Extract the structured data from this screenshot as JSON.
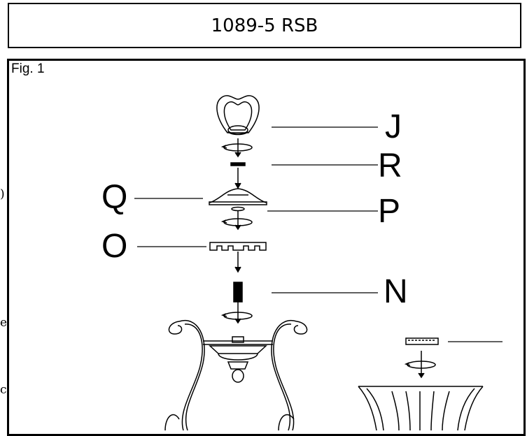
{
  "header": {
    "model": "1089-5 RSB"
  },
  "figure": {
    "label": "Fig. 1"
  },
  "parts": {
    "J": "J",
    "R": "R",
    "Q": "Q",
    "P": "P",
    "O": "O",
    "N": "N"
  },
  "left_edge": {
    "t1": ")",
    "t2": "e",
    "t3": "c"
  }
}
